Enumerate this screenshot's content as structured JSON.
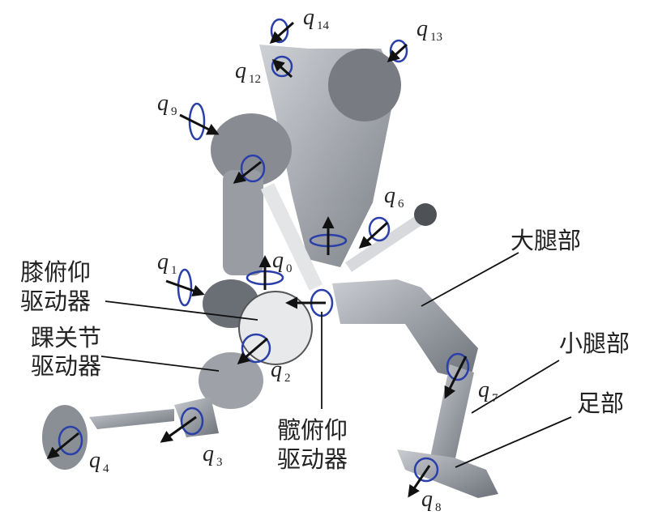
{
  "title": "Robot leg joint diagram",
  "joints": {
    "q0": {
      "symbol": "q",
      "sub": "0"
    },
    "q1": {
      "symbol": "q",
      "sub": "1"
    },
    "q2": {
      "symbol": "q",
      "sub": "2"
    },
    "q3": {
      "symbol": "q",
      "sub": "3"
    },
    "q4": {
      "symbol": "q",
      "sub": "4"
    },
    "q6": {
      "symbol": "q",
      "sub": "6"
    },
    "q7": {
      "symbol": "q",
      "sub": "7"
    },
    "q8": {
      "symbol": "q",
      "sub": "8"
    },
    "q9": {
      "symbol": "q",
      "sub": "9"
    },
    "q12": {
      "symbol": "q",
      "sub": "12"
    },
    "q13": {
      "symbol": "q",
      "sub": "13"
    },
    "q14": {
      "symbol": "q",
      "sub": "14"
    }
  },
  "labels": {
    "knee_actuator": [
      "膝俯仰",
      "驱动器"
    ],
    "ankle_actuator": [
      "踝关节",
      "驱动器"
    ],
    "hip_actuator": [
      "髋俯仰",
      "驱动器"
    ],
    "thigh": "大腿部",
    "shank": "小腿部",
    "foot": "足部"
  },
  "colors": {
    "rotation": "#2a3fa8",
    "body": "#8a8f96",
    "arrow": "#111111"
  }
}
